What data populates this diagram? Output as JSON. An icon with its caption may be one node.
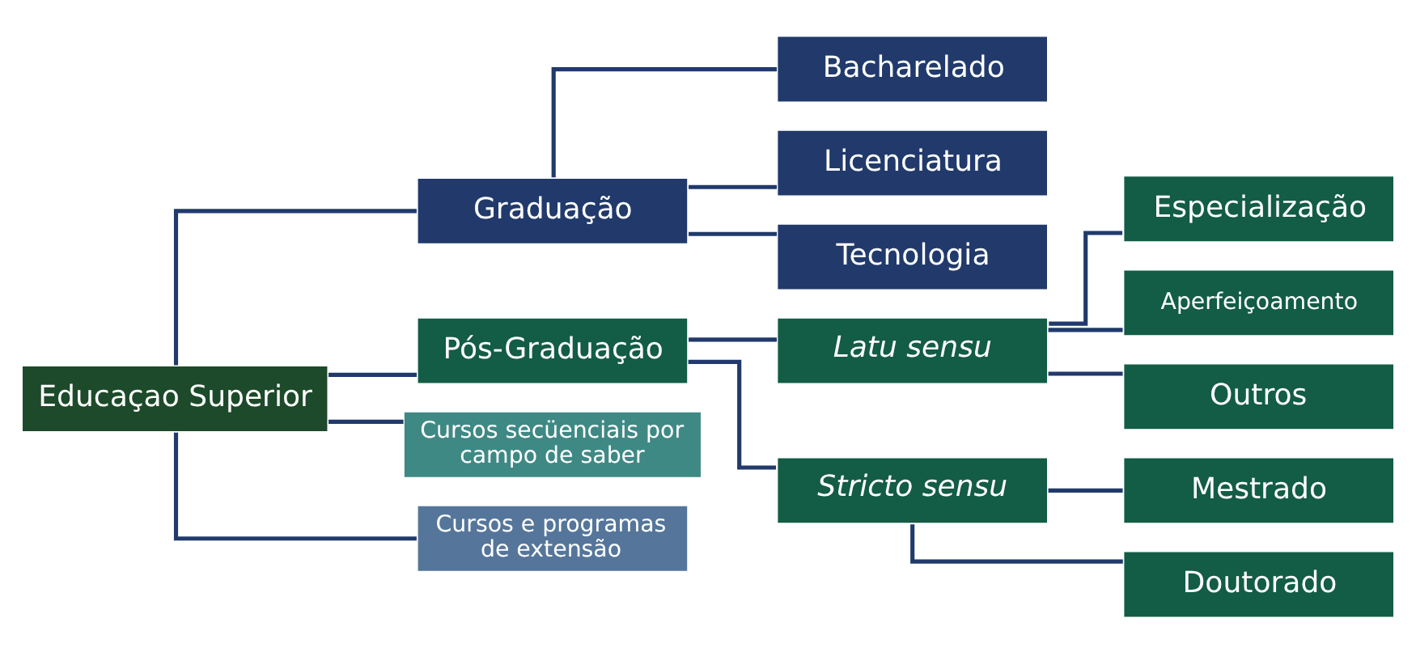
{
  "diagram": {
    "nodes": [
      {
        "text": [
          "Educaçao Superior"
        ]
      },
      {
        "text": [
          "Graduação"
        ]
      },
      {
        "text": [
          "Bacharelado"
        ]
      },
      {
        "text": [
          "Licenciatura"
        ]
      },
      {
        "text": [
          "Tecnologia"
        ]
      },
      {
        "text": [
          "Pós-Graduação"
        ]
      },
      {
        "text": [
          "Cursos secüenciais por campo de saber"
        ]
      },
      {
        "text": [
          "Cursos e programas de extensão"
        ]
      },
      {
        "text": [
          "Latu sensu"
        ]
      },
      {
        "text": [
          "Stricto sensu"
        ]
      },
      {
        "text": [
          "Especialização"
        ]
      },
      {
        "text": [
          "Aperfeiçoamento"
        ]
      },
      {
        "text": [
          "Outros"
        ]
      },
      {
        "text": [
          "Mestrado"
        ]
      },
      {
        "text": [
          "Doutorado"
        ]
      }
    ],
    "edges": [
      {
        "from": 0,
        "to": 1,
        "arrow": "none"
      },
      {
        "from": 0,
        "to": 5,
        "arrow": "none"
      },
      {
        "from": 0,
        "to": 6,
        "arrow": "none"
      },
      {
        "from": 0,
        "to": 7,
        "arrow": "none"
      },
      {
        "from": 1,
        "to": 2,
        "arrow": "none"
      },
      {
        "from": 1,
        "to": 3,
        "arrow": "none"
      },
      {
        "from": 1,
        "to": 4,
        "arrow": "none"
      },
      {
        "from": 5,
        "to": 8,
        "arrow": "none"
      },
      {
        "from": 5,
        "to": 9,
        "arrow": "none"
      },
      {
        "from": 8,
        "to": 10,
        "arrow": "none"
      },
      {
        "from": 8,
        "to": 11,
        "arrow": "none"
      },
      {
        "from": 8,
        "to": 12,
        "arrow": "none"
      },
      {
        "from": 9,
        "to": 13,
        "arrow": "none"
      },
      {
        "from": 9,
        "to": 14,
        "arrow": "none"
      }
    ]
  }
}
